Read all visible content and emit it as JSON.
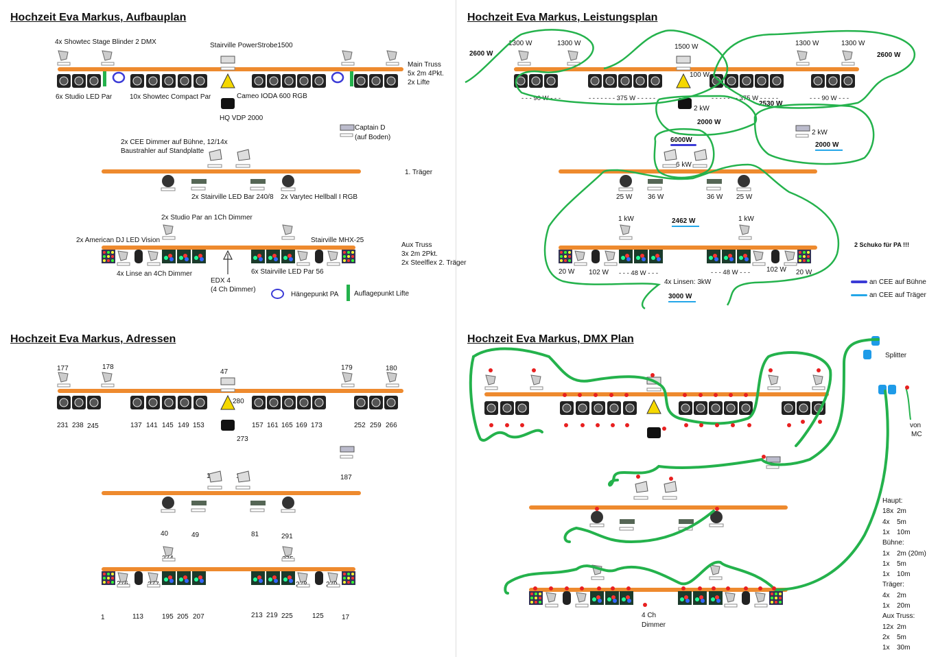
{
  "titles": {
    "aufbau": "Hochzeit Eva Markus, Aufbauplan",
    "leistung": "Hochzeit Eva Markus, Leistungsplan",
    "adressen": "Hochzeit Eva Markus, Adressen",
    "dmx": "Hochzeit Eva Markus, DMX Plan"
  },
  "aufbau": {
    "blinder": "4x Showtec Stage Blinder 2 DMX",
    "strobe": "Stairville PowerStrobe1500",
    "main_truss": [
      "Main Truss",
      "5x 2m 4Pkt.",
      "2x Lifte"
    ],
    "studio_led": "6x Studio LED Par",
    "compact_par": "10x Showtec Compact Par",
    "cameo": "Cameo IODA 600 RGB",
    "hq": "HQ VDP 2000",
    "captain": [
      "Captain D",
      "(auf Boden)"
    ],
    "cee_dimmer": [
      "2x CEE Dimmer auf Bühne, 12/14x",
      "Baustrahler auf Standplatte"
    ],
    "traeger1": "1. Träger",
    "ledbar": "2x Stairville LED Bar 240/8",
    "hellball": "2x Varytec Hellball I RGB",
    "studio_par_1ch": "2x Studio Par an 1Ch Dimmer",
    "adj": "2x American DJ LED Vision",
    "mhx": "Stairville MHX-25",
    "aux_truss": [
      "Aux Truss",
      "3x 2m 2Pkt.",
      "2x Steelflex 2. Träger"
    ],
    "linse": "4x Linse an 4Ch Dimmer",
    "ledpar56": "6x Stairville LED Par 56",
    "edx": [
      "EDX 4",
      "(4 Ch Dimmer)"
    ],
    "haengepunkt": "Hängepunkt PA",
    "auflagepunkt": "Auflagepunkt Lifte"
  },
  "leistung": {
    "w2600": "2600 W",
    "w1300": "1300 W",
    "w1500": "1500 W",
    "w100": "100 W",
    "w90": "- - - 90 W - - -",
    "w375": "- - - - - - - 375 W - - - - -",
    "w2530": "2530 W",
    "kw2": "2 kW",
    "w2000": "2000 W",
    "w6000": "6000W",
    "kw6": "6 kW",
    "w25": "25 W",
    "w36": "36 W",
    "kw1": "1 kW",
    "w2462": "2462 W",
    "w20": "20 W",
    "w102": "102 W",
    "w48": "- - - 48 W - - -",
    "schuko": "2 Schuko für PA !!!",
    "linsen": "4x Linsen: 3kW",
    "w3000": "3000 W",
    "cee_buehne": "an CEE auf Bühne",
    "cee_traeger": "an CEE auf Träger"
  },
  "adressen": {
    "top": [
      "177",
      "178",
      "47",
      "179",
      "180"
    ],
    "pars_left": [
      "231",
      "238",
      "245"
    ],
    "compact": [
      "137",
      "141",
      "145",
      "149",
      "153"
    ],
    "laser": "280",
    "hq": "273",
    "cameo": [
      "157",
      "161",
      "165",
      "169",
      "173"
    ],
    "pars_right": [
      "252",
      "259",
      "266"
    ],
    "captain": "187",
    "baustrahler": [
      "188",
      "181"
    ],
    "traeger": [
      "40",
      "49",
      "81",
      "291"
    ],
    "aux_top": [
      "274",
      "275"
    ],
    "aux_small": [
      "276",
      "277",
      "278",
      "279"
    ],
    "aux_bottom": [
      "1",
      "113",
      "195",
      "205",
      "207",
      "213",
      "219",
      "225",
      "125",
      "17"
    ]
  },
  "dmx": {
    "splitter": "Splitter",
    "von_mc": [
      "von",
      "MC"
    ],
    "dimmer4": [
      "4 Ch",
      "Dimmer"
    ],
    "cables": [
      [
        "Haupt:",
        ""
      ],
      [
        "18x",
        "2m"
      ],
      [
        "4x",
        "5m"
      ],
      [
        "1x",
        "10m"
      ],
      [
        "Bühne:",
        ""
      ],
      [
        "1x",
        "2m (20m)"
      ],
      [
        "1x",
        "5m"
      ],
      [
        "1x",
        "10m"
      ],
      [
        "Träger:",
        ""
      ],
      [
        "4x",
        "2m"
      ],
      [
        "1x",
        "20m"
      ],
      [
        "Aux Truss:",
        ""
      ],
      [
        "12x",
        "2m"
      ],
      [
        "2x",
        "5m"
      ],
      [
        "1x",
        "30m"
      ]
    ]
  }
}
